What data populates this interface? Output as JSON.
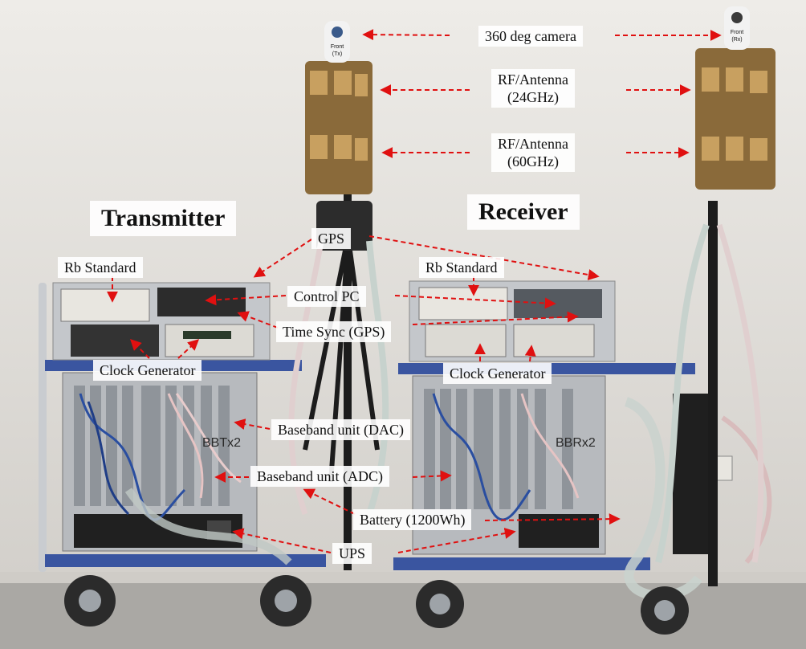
{
  "colors": {
    "arrow": "#e01010",
    "rack": "#b9bcc0",
    "panel": "#8e939a",
    "wall": "#e6e3de",
    "floor": "#a9a7a3"
  },
  "labels": {
    "camera": "360 deg camera",
    "rf24": [
      "RF/Antenna",
      "(24GHz)"
    ],
    "rf60": [
      "RF/Antenna",
      "(60GHz)"
    ],
    "transmitter": "Transmitter",
    "receiver": "Receiver",
    "gps": "GPS",
    "rb_tx": "Rb Standard",
    "rb_rx": "Rb Standard",
    "control_pc": "Control PC",
    "time_sync": "Time Sync (GPS)",
    "clock_tx": "Clock Generator",
    "clock_rx": "Clock Generator",
    "baseband_dac": "Baseband unit (DAC)",
    "baseband_adc": "Baseband unit (ADC)",
    "battery": "Battery (1200Wh)",
    "ups": "UPS"
  },
  "device_text": {
    "cam_tx": [
      "Front",
      "(Tx)"
    ],
    "cam_rx": [
      "Front",
      "(Rx)"
    ],
    "card_tx": "BBTx2",
    "card_rx": "BBRx2"
  }
}
